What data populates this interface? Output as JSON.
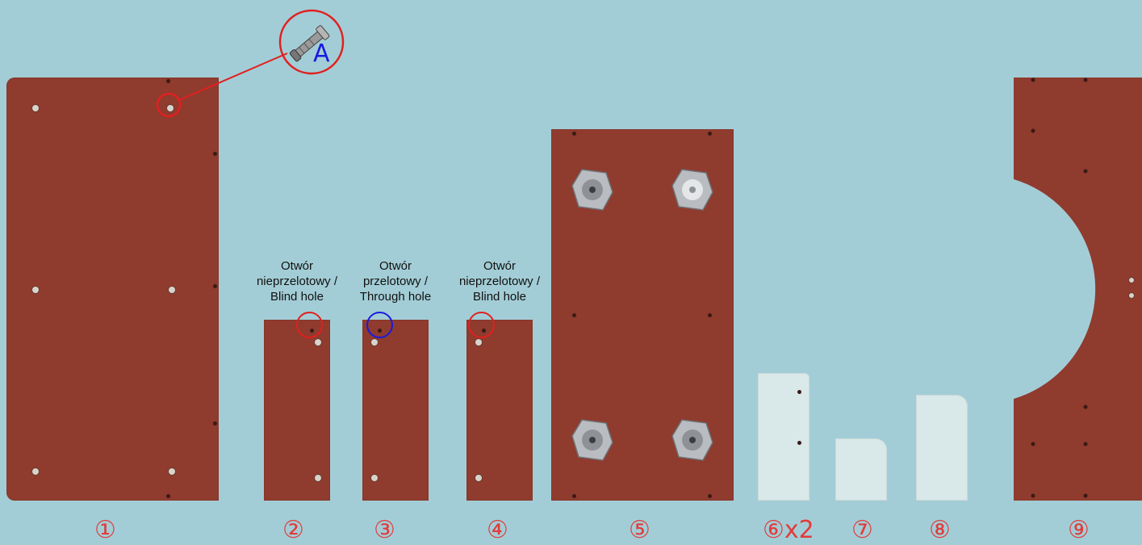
{
  "callout": {
    "letter": "A",
    "icon": "cam-bolt-icon"
  },
  "hole_labels": [
    {
      "line1": "Otwór",
      "line2": "nieprzelotowy /",
      "line3": "Blind hole",
      "ring_color": "#e02020"
    },
    {
      "line1": "Otwór",
      "line2": "przelotowy /",
      "line3": "Through hole",
      "ring_color": "#1a1ae0"
    },
    {
      "line1": "Otwór",
      "line2": "nieprzelotowy /",
      "line3": "Blind hole",
      "ring_color": "#e02020"
    }
  ],
  "part_numbers": [
    "①",
    "②",
    "③",
    "④",
    "⑤",
    "⑥x2",
    "⑦",
    "⑧",
    "⑨"
  ],
  "colors": {
    "background": "#a3cdd6",
    "board": "#8f3b2e",
    "white_board": "#d9e8e8",
    "number": "#e23b3b"
  }
}
